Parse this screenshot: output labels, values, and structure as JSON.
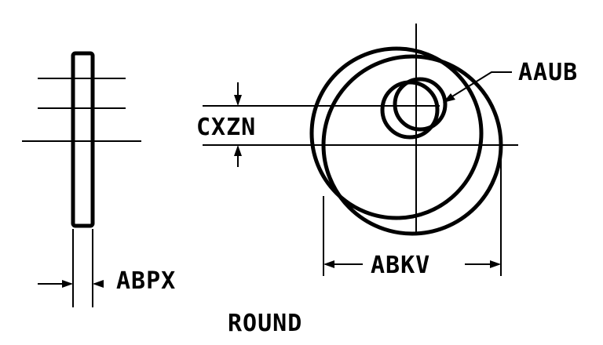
{
  "labels": {
    "offset": "CXZN",
    "inner_diameter": "AAUB",
    "thickness": "ABPX",
    "outer_diameter": "ABKV",
    "shape": "ROUND"
  }
}
